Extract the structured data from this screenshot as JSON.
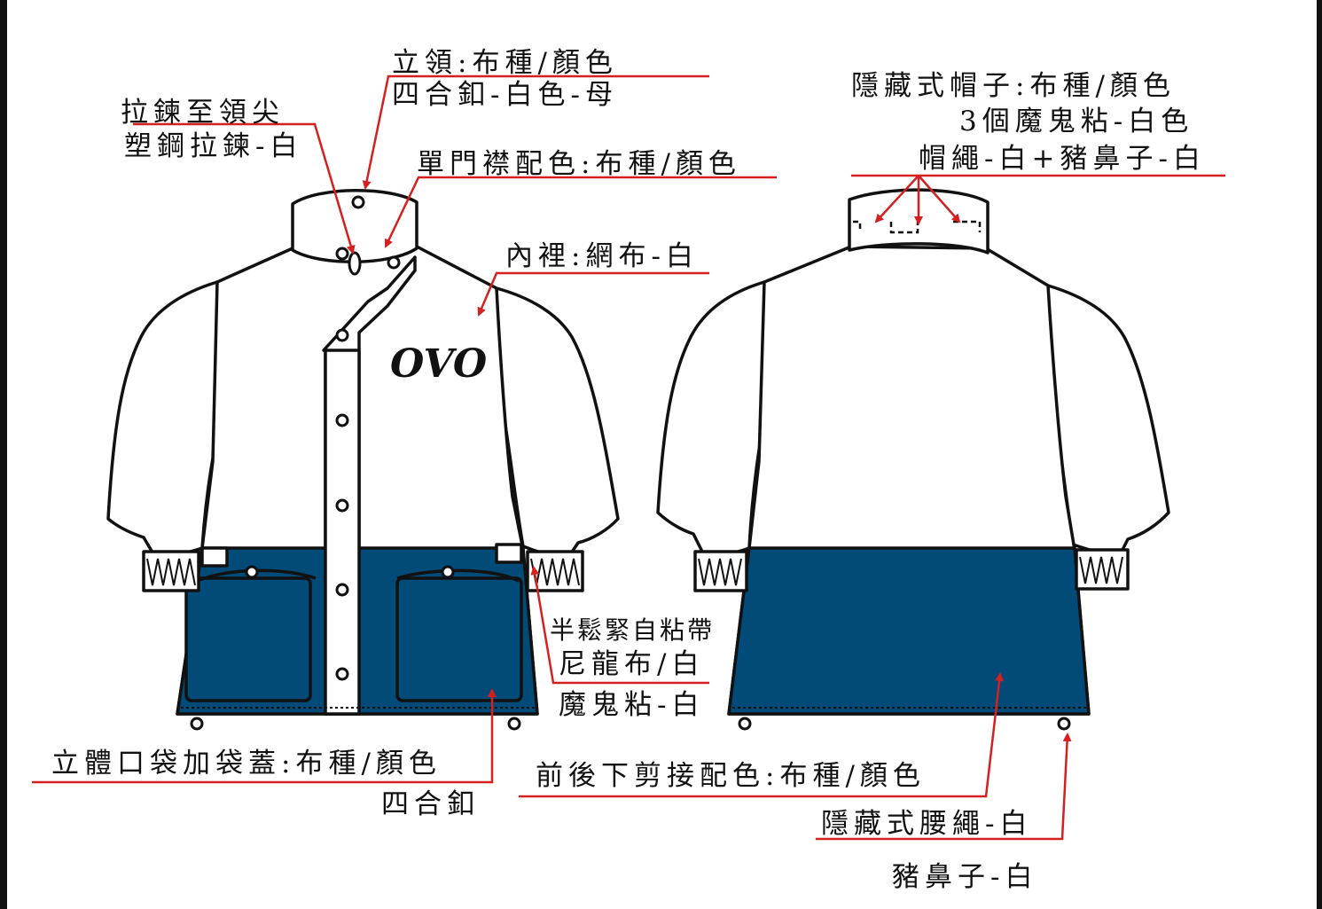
{
  "labels": {
    "collar": "立領:布種/顏色",
    "collar_snap": "四合釦-白色-母",
    "zipper_tip": "拉鍊至領尖",
    "zipper_type": "塑鋼拉鍊-白",
    "placket": "單門襟配色:布種/顏色",
    "lining": "內裡:網布-白",
    "cuff_tape": "半鬆緊自粘帶",
    "cuff_nylon": "尼龍布/白",
    "cuff_velcro": "魔鬼粘-白",
    "pocket": "立體口袋加袋蓋:布種/顏色",
    "pocket_snap": "四合釦",
    "hood": "隱藏式帽子:布種/顏色",
    "hood_velcro": "3個魔鬼粘-白色",
    "hood_cord": "帽繩-白+豬鼻子-白",
    "hem_panel": "前後下剪接配色:布種/顏色",
    "waist_cord": "隱藏式腰繩-白",
    "cord_stopper": "豬鼻子-白"
  },
  "logo_text": "OVO",
  "colors": {
    "line": "#111111",
    "leader": "#d42020",
    "panel": "#024a78",
    "body": "#ffffff"
  }
}
